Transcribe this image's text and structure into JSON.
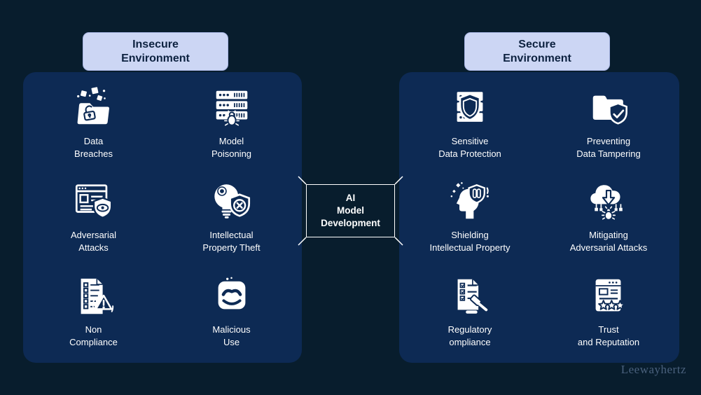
{
  "page": {
    "watermark": "Leewayhertz"
  },
  "colors": {
    "page_bg": "#081d2d",
    "panel": "#0d2a54",
    "ink": "#ffffff",
    "header_bg": "#ccd6f4",
    "header_text": "#0d2240",
    "watermark": "#4a617d"
  },
  "center": {
    "label": "AI\nModel\nDevelopment"
  },
  "panels": {
    "insecure": {
      "title": "Insecure\nEnvironment",
      "items": [
        {
          "label": "Data\nBreaches",
          "icon": "data-breach-folder-icon"
        },
        {
          "label": "Model\nPoisoning",
          "icon": "server-bug-icon"
        },
        {
          "label": "Adversarial\nAttacks",
          "icon": "browser-eye-shield-icon"
        },
        {
          "label": "Intellectual\nProperty Theft",
          "icon": "bulb-shield-x-icon"
        },
        {
          "label": "Non\nCompliance",
          "icon": "checklist-warning-icon"
        },
        {
          "label": "Malicious\nUse",
          "icon": "evil-face-icon"
        }
      ]
    },
    "secure": {
      "title": "Secure\nEnvironment",
      "items": [
        {
          "label": "Sensitive\nData Protection",
          "icon": "server-shield-icon"
        },
        {
          "label": "Preventing\nData Tampering",
          "icon": "folder-shield-check-icon"
        },
        {
          "label": "Shielding\nIntellectual Property",
          "icon": "head-shield-icon"
        },
        {
          "label": "Mitigating\nAdversarial Attacks",
          "icon": "cloud-arrow-bug-icon"
        },
        {
          "label": "Regulatory\nompliance",
          "icon": "document-gavel-icon"
        },
        {
          "label": "Trust\nand Reputation",
          "icon": "browser-stars-icon"
        }
      ]
    }
  }
}
